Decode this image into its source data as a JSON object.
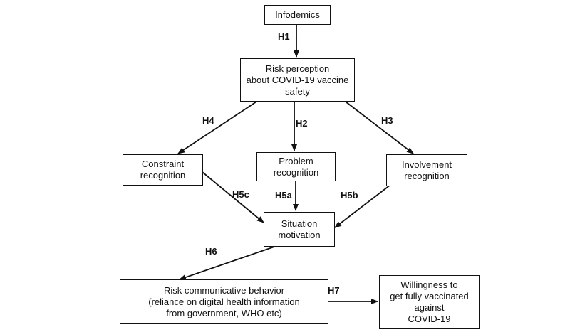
{
  "nodes": {
    "infodemics": "Infodemics",
    "risk_perception": "Risk perception\nabout COVID-19 vaccine\nsafety",
    "constraint": "Constraint\nrecognition",
    "problem": "Problem\nrecognition",
    "involvement": "Involvement\nrecognition",
    "situation": "Situation\nmotivation",
    "risk_comm": "Risk communicative behavior\n(reliance on digital health information\nfrom government, WHO etc)",
    "willingness": "Willingness to\nget fully vaccinated\nagainst\nCOVID-19"
  },
  "edges": {
    "h1": "H1",
    "h2": "H2",
    "h3": "H3",
    "h4": "H4",
    "h5a": "H5a",
    "h5b": "H5b",
    "h5c": "H5c",
    "h6": "H6",
    "h7": "H7"
  }
}
